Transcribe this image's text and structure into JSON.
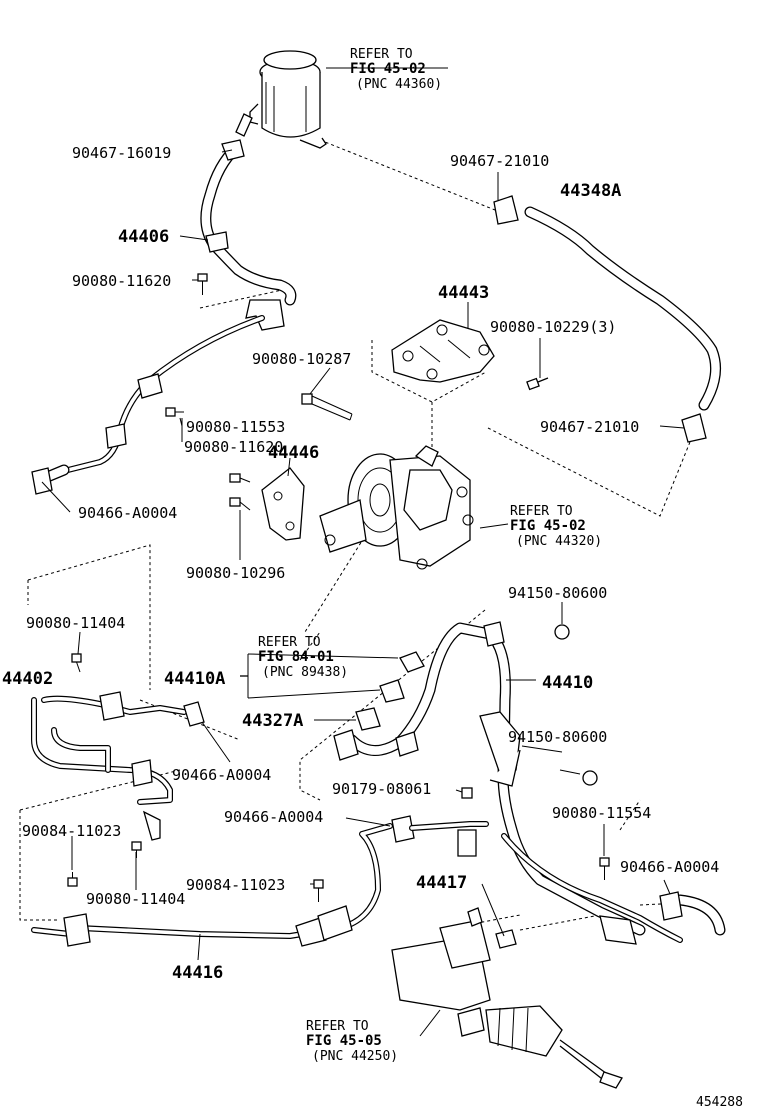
{
  "diagram_id": "454288",
  "refs": [
    {
      "id": "ref-45-02-top",
      "line1": "REFER TO",
      "line2": "FIG 45-02",
      "line3": "(PNC 44360)"
    },
    {
      "id": "ref-45-02-pump",
      "line1": "REFER TO",
      "line2": "FIG 45-02",
      "line3": "(PNC 44320)"
    },
    {
      "id": "ref-84-01",
      "line1": "REFER TO",
      "line2": "FIG 84-01",
      "line3": "(PNC 89438)"
    },
    {
      "id": "ref-45-05",
      "line1": "REFER TO",
      "line2": "FIG 45-05",
      "line3": "(PNC 44250)"
    }
  ],
  "labels": {
    "p1": "90467-16019",
    "p2": "90467-21010",
    "p3": "44348A",
    "p4": "44406",
    "p5": "90080-11620",
    "p6": "44443",
    "p7": "90080-10229(3)",
    "p8": "90080-10287",
    "p9": "90080-11553",
    "p10": "90080-11620",
    "p11": "90467-21010",
    "p12": "44446",
    "p13": "90466-A0004",
    "p14": "90080-10296",
    "p15": "94150-80600",
    "p16": "90080-11404",
    "p17": "44402",
    "p18": "44410A",
    "p19": "44410",
    "p20": "44327A",
    "p21": "94150-80600",
    "p22": "90466-A0004",
    "p23": "90179-08061",
    "p24": "90466-A0004",
    "p25": "90080-11554",
    "p26": "90084-11023",
    "p27": "90466-A0004",
    "p28": "90080-11404",
    "p29": "90084-11023",
    "p30": "44417",
    "p31": "44416"
  }
}
